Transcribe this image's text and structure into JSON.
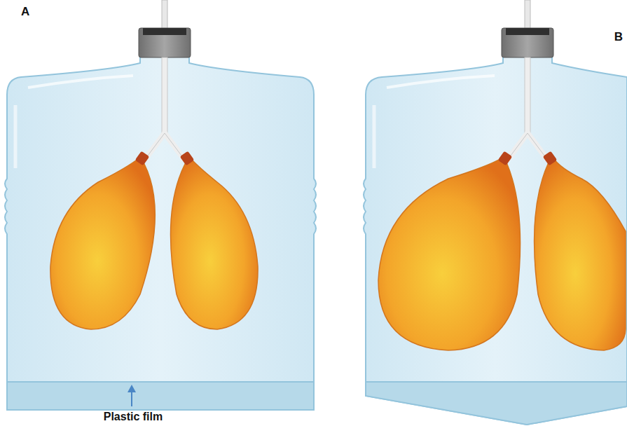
{
  "diagram": {
    "labels": [
      "A",
      "B",
      "Plastic film"
    ]
  }
}
